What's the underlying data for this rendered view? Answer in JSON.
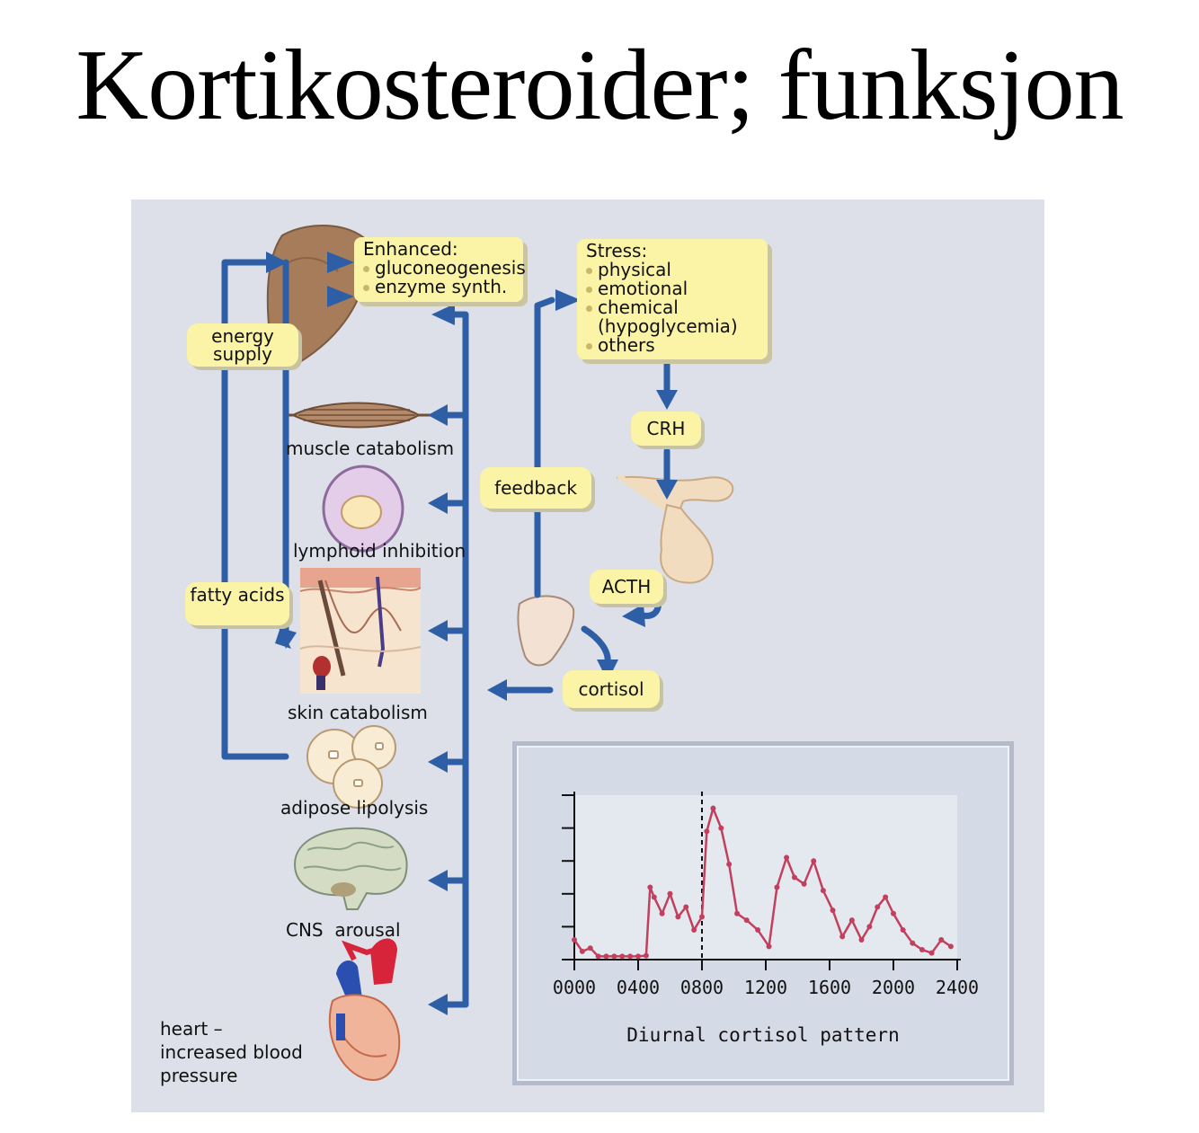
{
  "title": "Kortikosteroider; funksjon",
  "liver_box": {
    "heading": "Enhanced:",
    "items": [
      "gluconeogenesis",
      "enzyme synth."
    ]
  },
  "stress_box": {
    "heading": "Stress:",
    "items": [
      "physical",
      "emotional",
      "chemical",
      "(hypoglycemia)",
      "others"
    ]
  },
  "pills": {
    "energy_supply": "energy supply",
    "fatty_acids": "fatty acids",
    "feedback": "feedback",
    "crh": "CRH",
    "acth": "ACTH",
    "cortisol": "cortisol"
  },
  "targets": {
    "muscle": "muscle catabolism",
    "lymphoid": "lymphoid inhibition",
    "skin": "skin catabolism",
    "adipose": "adipose lipolysis",
    "cns": "CNS  arousal",
    "heart": "heart –\nincreased blood\npressure"
  },
  "colors": {
    "arrow_blue": "#2e5fa6",
    "note_yellow": "#fbf3a5",
    "background": "#dde0e8",
    "plot_line": "#c2405e"
  },
  "chart_data": {
    "type": "line",
    "title": "Diurnal cortisol pattern",
    "xlabel": "",
    "ylabel": "",
    "x_tick_labels": [
      "0000",
      "0400",
      "0800",
      "1200",
      "1600",
      "2000",
      "2400"
    ],
    "xlim": [
      0,
      2400
    ],
    "ylim": [
      0,
      5
    ],
    "y_ticks": [
      0,
      1,
      2,
      3,
      4,
      5
    ],
    "marker_line_x": 800,
    "series": [
      {
        "x": [
          0,
          50,
          100,
          150,
          200,
          250,
          300,
          350,
          400,
          450,
          475,
          500,
          550,
          600,
          650,
          700,
          750,
          800,
          830,
          870,
          920,
          970,
          1020,
          1080,
          1150,
          1220,
          1270,
          1330,
          1380,
          1440,
          1500,
          1560,
          1620,
          1680,
          1740,
          1800,
          1850,
          1900,
          1950,
          2000,
          2060,
          2120,
          2180,
          2240,
          2300,
          2360
        ],
        "y": [
          0.6,
          0.25,
          0.35,
          0.1,
          0.1,
          0.1,
          0.1,
          0.1,
          0.1,
          0.12,
          2.2,
          1.9,
          1.4,
          2.0,
          1.3,
          1.6,
          0.9,
          1.3,
          3.9,
          4.6,
          4.0,
          2.9,
          1.4,
          1.2,
          0.9,
          0.4,
          2.2,
          3.1,
          2.5,
          2.3,
          3.0,
          2.1,
          1.5,
          0.7,
          1.2,
          0.6,
          1.0,
          1.6,
          1.9,
          1.4,
          0.9,
          0.5,
          0.3,
          0.2,
          0.6,
          0.4
        ]
      }
    ]
  }
}
